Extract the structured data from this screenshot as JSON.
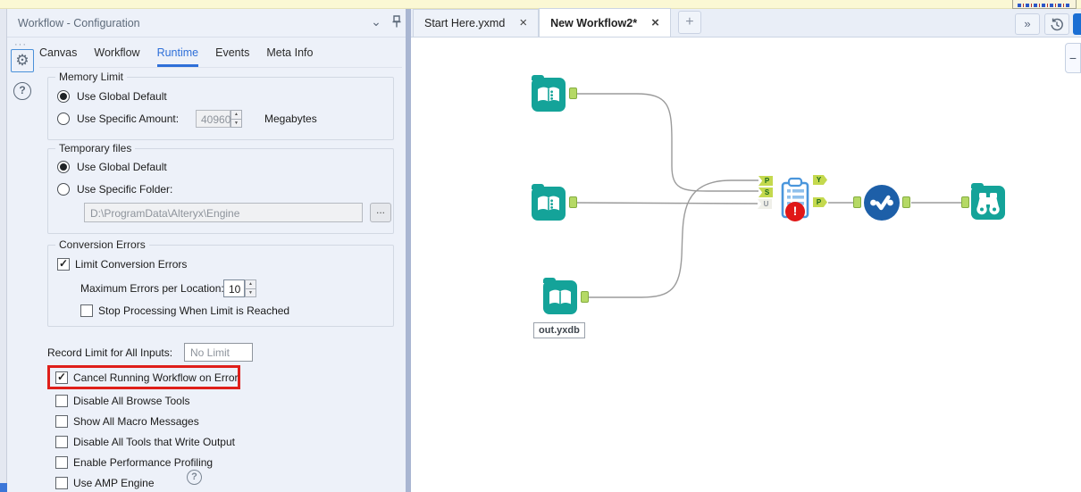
{
  "icons": {
    "gear": "⚙",
    "help": "?",
    "close": "×",
    "plus": "+",
    "expand": "»",
    "minus": "−",
    "overflow": "···",
    "chevron_down": "⌄",
    "check": "✓",
    "error": "!",
    "ellipsis_button": "...",
    "spin_up": "▲",
    "spin_down": "▼"
  },
  "config_panel": {
    "title": "Workflow - Configuration",
    "tabs": [
      "Canvas",
      "Workflow",
      "Runtime",
      "Events",
      "Meta Info"
    ],
    "active_tab": "Runtime",
    "memory_limit": {
      "legend": "Memory Limit",
      "option_global": "Use Global Default",
      "option_specific": "Use Specific Amount:",
      "selected": "Use Global Default",
      "amount_value": "40960",
      "unit": "Megabytes"
    },
    "temporary_files": {
      "legend": "Temporary files",
      "option_global": "Use Global Default",
      "option_specific": "Use Specific Folder:",
      "selected": "Use Global Default",
      "folder_path": "D:\\ProgramData\\Alteryx\\Engine",
      "browse_button": "..."
    },
    "conversion_errors": {
      "legend": "Conversion Errors",
      "limit_label": "Limit Conversion Errors",
      "limit_check": "✓",
      "max_errors_label": "Maximum Errors per Location:",
      "max_errors_value": "10",
      "stop_label": "Stop Processing When Limit is Reached",
      "stop_check": ""
    },
    "record_limit": {
      "label": "Record Limit for All Inputs:",
      "value": "No Limit"
    },
    "options": [
      {
        "label": "Cancel Running Workflow on Error",
        "check": "✓",
        "highlighted": true
      },
      {
        "label": "Disable All Browse Tools",
        "check": ""
      },
      {
        "label": "Show All Macro Messages",
        "check": ""
      },
      {
        "label": "Disable All Tools that Write Output",
        "check": ""
      },
      {
        "label": "Enable Performance Profiling",
        "check": ""
      },
      {
        "label": "Use AMP Engine",
        "check": ""
      }
    ]
  },
  "canvas": {
    "doc_tabs": [
      {
        "label": "Start Here.yxmd",
        "active": false
      },
      {
        "label": "New Workflow2*",
        "active": true
      }
    ],
    "annotation": "out.yxdb",
    "test_tool": {
      "inputs": [
        "P",
        "S",
        "U"
      ],
      "outputs": [
        "Y",
        "P"
      ],
      "error_badge": "!"
    }
  },
  "colors": {
    "accent_blue": "#2e6fd8",
    "tool_teal": "#14a399",
    "select_blue": "#1d5fa8",
    "error_red": "#e01717",
    "highlight_red": "#df1f1a",
    "anchor_green": "#c4d94e",
    "panel_bg": "#edf1f9",
    "strip_yellow": "#fbf8d4"
  }
}
